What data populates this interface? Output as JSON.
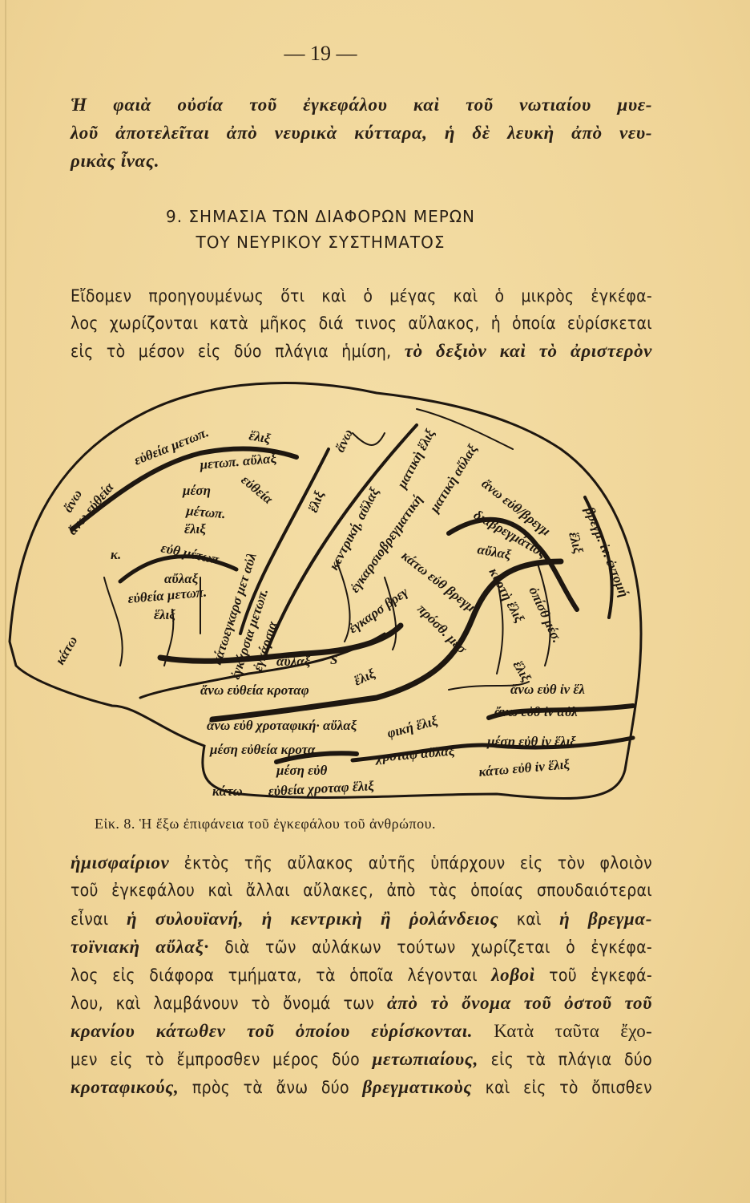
{
  "page_number": "— 19 —",
  "intro_lines": [
    [
      {
        "t": "Ἡ φαιὰ οὐσία τοῦ ἐγκεφάλου καὶ τοῦ νωτιαίου μυε-",
        "b": true
      }
    ],
    [
      {
        "t": "λοῦ ἀποτελεῖται ἀπὸ νευρικὰ κύτταρα, ἡ δὲ λευκὴ ἀπὸ νευ-",
        "b": true
      }
    ],
    [
      {
        "t": "ρικὰς ἶνας.",
        "b": true
      }
    ]
  ],
  "section_heading": {
    "line1": "9. ΣΗΜΑΣΙΑ ΤΩΝ ΔΙΑΦΟΡΩΝ ΜΕΡΩΝ",
    "line2": "ΤΟΥ ΝΕΥΡΙΚΟΥ ΣΥΣΤΗΜΑΤΟΣ"
  },
  "para1_lines": [
    [
      {
        "t": "Εἴδομεν προηγουμένως ὅτι καὶ ὁ μέγας καὶ ὁ μικρὸς ἐγκέφα-",
        "b": false
      }
    ],
    [
      {
        "t": "λος χωρίζονται κατὰ μῆκος διά τινος αὔλακος, ἡ ὁποία εὑρίσκεται",
        "b": false
      }
    ],
    [
      {
        "t": "εἰς τὸ μέσον εἰς δύο πλάγια ἡμίση, ",
        "b": false
      },
      {
        "t": "τὸ δεξιὸν καὶ τὸ ἀριστερὸν",
        "b": true
      }
    ]
  ],
  "figure": {
    "caption": "Εἰκ. 8. Ἡ ἔξω ἐπιφάνεια τοῦ ἐγκεφάλου τοῦ ἀνθρώπου.",
    "labels": [
      "εὐθεία μετωπ.",
      "ἕλιξ",
      "ἄνω",
      "ἄνω εὐθεία",
      "μετωπ. αὔλαξ",
      "μέση",
      "εὐθεία",
      "μέτωπ.",
      "ἕλιξ",
      "κ.",
      "εὐθ μέτωπ.",
      "αὔλαξ",
      "εὐθεία μετωπ.",
      "κάτω",
      "ἕλιξ",
      "κάτωεγκαρσ μετ αὐλ",
      "ἐγκάρσια μετωπ.",
      "ἐγκάρσια",
      "ἕλιξ",
      "ἄνω",
      "κεντρική, αὔλαξ",
      "ἐγκαρσιοβρεγματική",
      "ματικὴ ἕλιξ",
      "ματικὴ αὔλαξ",
      "ἄνω εὐθ/βρεγμ",
      "διαβρεγμάτιος",
      "αὔλαξ",
      "κυρτὴ ἕλιξ",
      "ἐγκαρσ βρεγ",
      "κάτω εὐθ βρεγμ",
      "πρόσθ. μέσ",
      "ὀπίσθ μέσ.",
      "ἕλιξ",
      "βρεγμ. ἰν. ἐντομή",
      "ἕλιξ",
      "αὔλαξ",
      "S",
      "ἄνω εὐθεία κροταφ",
      "ἕλιξ",
      "ἄνω εὐθ ἰν ἕλ",
      "ἄνω εὐθ χροταφική· αὔλαξ",
      "φική ἕλιξ",
      "ἄνω εὐθ ἰν αὐλ",
      "μέση εὐθεία κροτα",
      "μέση εὐθ ἰν ἕλιξ",
      "χροταφ αὔλαξ",
      "μέση εὐθ",
      "εὐθεία χροταφ ἕλιξ",
      "κάτω",
      "κάτω εὐθ ἰν ἕλιξ"
    ]
  },
  "para2_lines": [
    [
      {
        "t": "ἡμισφαίριον",
        "b": true
      },
      {
        "t": " ἐκτὸς τῆς αὔλακος αὐτῆς ὑπάρχουν εἰς τὸν φλοιὸν",
        "b": false
      }
    ],
    [
      {
        "t": "τοῦ ἐγκεφάλου καὶ ἄλλαι αὔλακες, ἀπὸ τὰς ὁποίας σπουδαιότεραι",
        "b": false
      }
    ],
    [
      {
        "t": "εἶναι ",
        "b": false
      },
      {
        "t": "ἡ συλουϊανή, ἡ κεντρικὴ ἢ ῥολάνδειος",
        "b": true
      },
      {
        "t": " καὶ ",
        "b": false
      },
      {
        "t": "ἡ βρεγμα-",
        "b": true
      }
    ],
    [
      {
        "t": "τοϊνιακὴ αὔλαξ·",
        "b": true
      },
      {
        "t": " διὰ τῶν αὐλάκων τούτων χωρίζεται ὁ ἐγκέφα-",
        "b": false
      }
    ],
    [
      {
        "t": "λος εἰς διάφορα τμήματα, τὰ ὁποῖα λέγονται ",
        "b": false
      },
      {
        "t": "λοβοὶ",
        "b": true
      },
      {
        "t": " τοῦ ἐγκεφά-",
        "b": false
      }
    ],
    [
      {
        "t": "λου, καὶ λαμβάνουν τὸ ὄνομά των ",
        "b": false
      },
      {
        "t": "ἀπὸ τὸ ὄνομα τοῦ ὀστοῦ τοῦ",
        "b": true
      }
    ],
    [
      {
        "t": "κρανίου κάτωθεν τοῦ ὁποίου εὑρίσκονται.",
        "b": true
      },
      {
        "t": " Κατὰ ταῦτα ἔχο-",
        "b": "rs"
      }
    ],
    [
      {
        "t": "μεν εἰς τὸ ἔμπροσθεν μέρος δύο ",
        "b": false
      },
      {
        "t": "μετωπιαίους,",
        "b": true
      },
      {
        "t": " εἰς τὰ πλάγια δύο",
        "b": false
      }
    ],
    [
      {
        "t": "κροταφικούς,",
        "b": true
      },
      {
        "t": " πρὸς τὰ ἄνω δύο ",
        "b": false
      },
      {
        "t": "βρεγματικοὺς",
        "b": true
      },
      {
        "t": " καὶ εἰς τὸ ὄπισθεν",
        "b": false
      }
    ]
  ]
}
